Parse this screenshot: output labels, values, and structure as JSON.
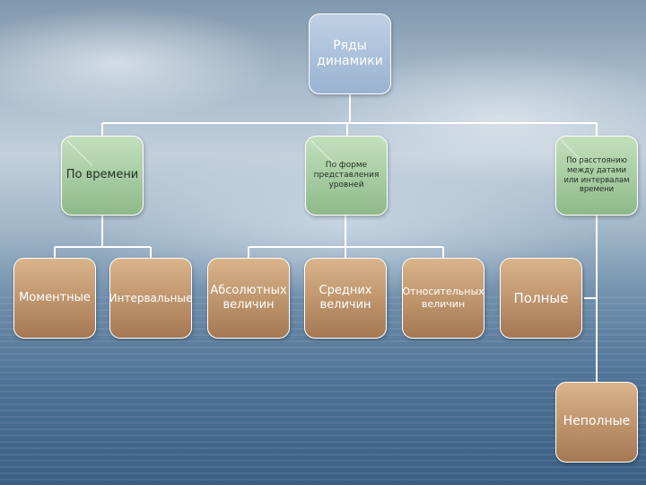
{
  "root": {
    "label": "Ряды\nдинамики"
  },
  "level1": {
    "by_time": {
      "label": "По времени"
    },
    "by_form": {
      "label": "По форме\nпредставления\nуровней"
    },
    "by_distance": {
      "label": "По расстоянию\nмежду датами\nили интервалам\nвремени"
    }
  },
  "level2": {
    "moment": {
      "label": "Моментные"
    },
    "interval": {
      "label": "Интервальные"
    },
    "absolute": {
      "label": "Абсолютных\nвеличин"
    },
    "average": {
      "label": "Средних\nвеличин"
    },
    "relative": {
      "label": "Относительных\nвеличин"
    },
    "full": {
      "label": "Полные"
    },
    "incomplete": {
      "label": "Неполные"
    }
  },
  "colors": {
    "connector": "#ffffff",
    "root_fill": "#a9bfd9",
    "green_fill": "#a8cf9f",
    "brown_fill": "#bf936a"
  }
}
